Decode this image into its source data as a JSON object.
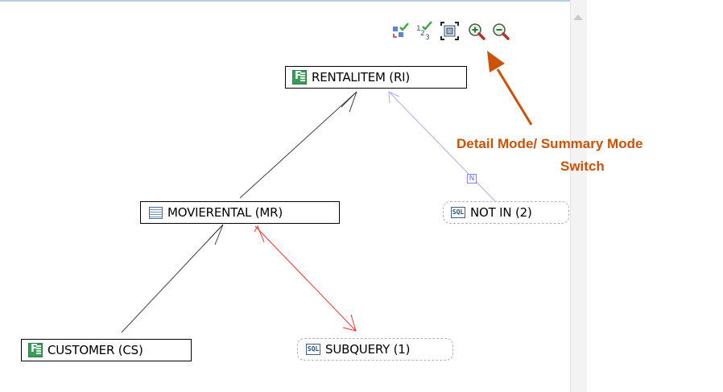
{
  "toolbar": {
    "buttons": [
      {
        "name": "auto-layout-icon"
      },
      {
        "name": "sequence-numbers-icon"
      },
      {
        "name": "detail-summary-toggle-icon"
      },
      {
        "name": "zoom-in-icon"
      },
      {
        "name": "zoom-out-icon"
      }
    ]
  },
  "nodes": {
    "rentalitem": {
      "label": "RENTALITEM (RI)",
      "icon": "table-f-icon"
    },
    "movierental": {
      "label": "MOVIERENTAL (MR)",
      "icon": "table-icon"
    },
    "customer": {
      "label": "CUSTOMER (CS)",
      "icon": "table-f-icon"
    },
    "not_in": {
      "label": "NOT IN (2)",
      "icon": "sql-icon",
      "icon_text": "SQL"
    },
    "subquery": {
      "label": "SUBQUERY (1)",
      "icon": "sql-icon",
      "icon_text": "SQL"
    }
  },
  "edges": {
    "not_in_badge": "N"
  },
  "colors": {
    "join_edge": "#404040",
    "subquery_edge": "#ff3030",
    "not_in_edge": "#a9aef6",
    "callout": "#cc5205"
  },
  "callout": {
    "line1": "Detail Mode/ Summary Mode",
    "line2": "Switch"
  }
}
